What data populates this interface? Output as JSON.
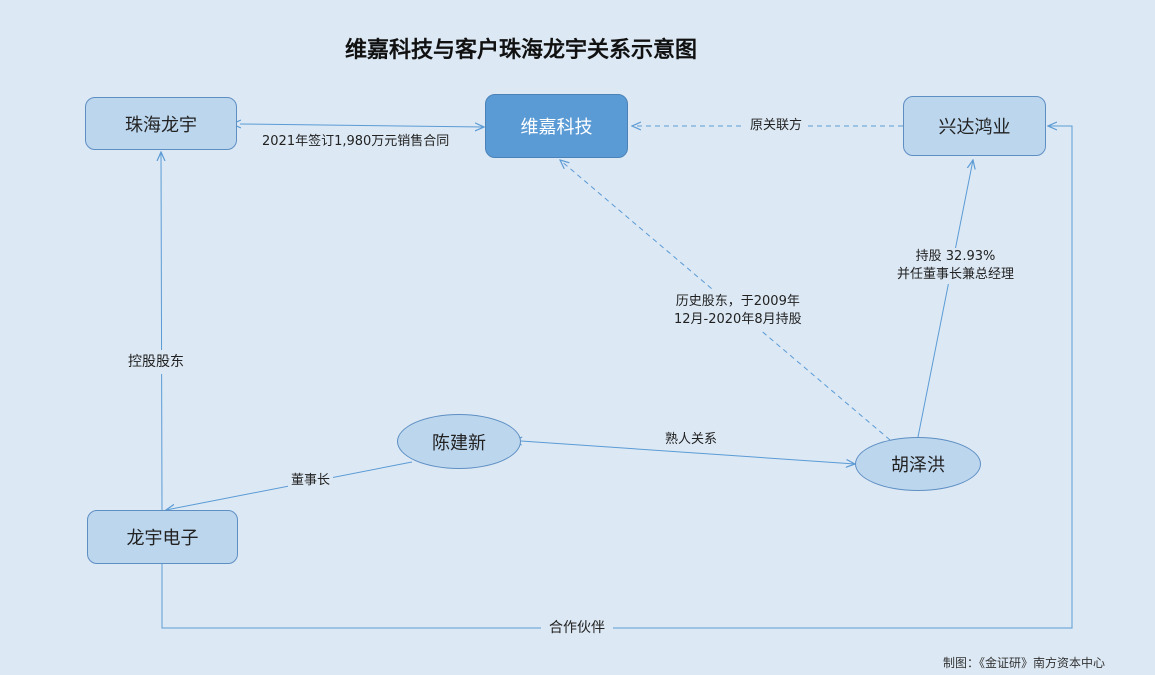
{
  "title": "维嘉科技与客户珠海龙宇关系示意图",
  "nodes": {
    "zhuhai": "珠海龙宇",
    "weijia": "维嘉科技",
    "xingda": "兴达鸿业",
    "chenjianxin": "陈建新",
    "huzehong": "胡泽洪",
    "longyu": "龙宇电子"
  },
  "edge_labels": {
    "contract": "2021年签订1,980万元销售合同",
    "former_related": "原关联方",
    "holding_l1": "持股 32.93%",
    "holding_l2": "并任董事长兼总经理",
    "history_l1": "历史股东，于2009年",
    "history_l2": "12月-2020年8月持股",
    "controlling": "控股股东",
    "acquaintance": "熟人关系",
    "chairman": "董事长",
    "partner": "合作伙伴"
  },
  "credit": "制图：《金证研》南方资本中心",
  "colors": {
    "line": "#5b9bd5",
    "node_fill": "#bcd6ee",
    "main_fill": "#5b9bd5",
    "background": "#dce8f4"
  }
}
